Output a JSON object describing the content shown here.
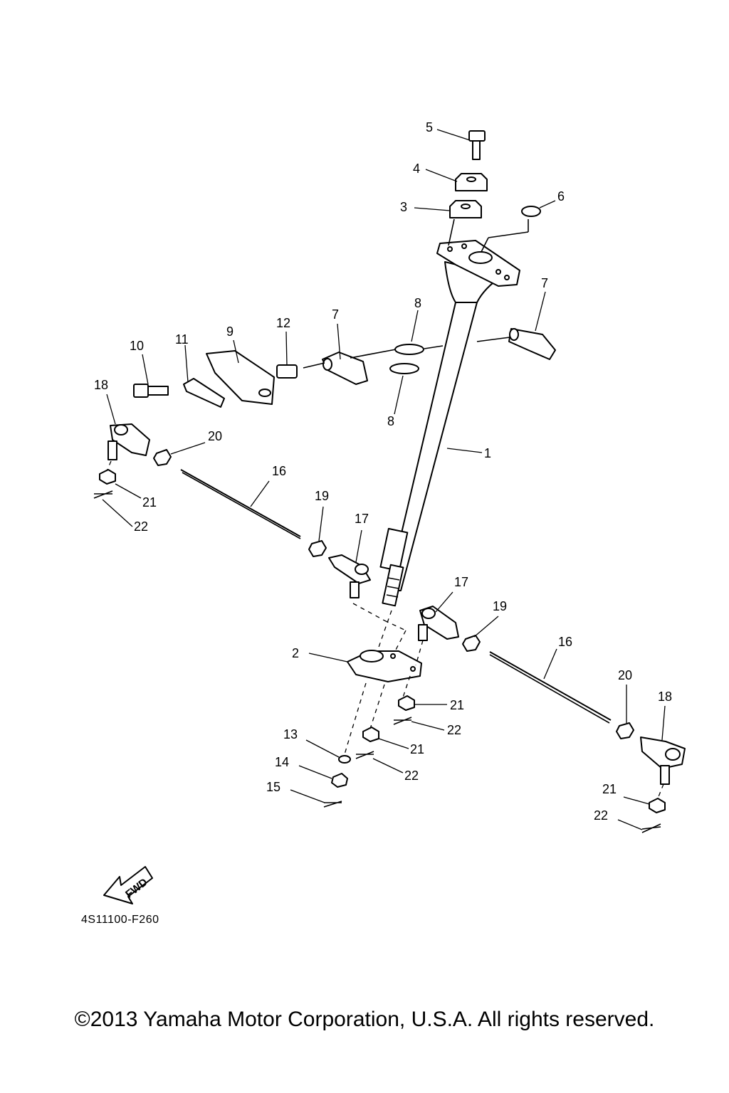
{
  "diagram": {
    "part_code": "4S11100-F260",
    "fwd_label": "FWD",
    "copyright": "©2013 Yamaha Motor Corporation, U.S.A. All rights reserved.",
    "callouts": {
      "c1": "1",
      "c2": "2",
      "c3": "3",
      "c4": "4",
      "c5": "5",
      "c6": "6",
      "c7a": "7",
      "c7b": "7",
      "c8a": "8",
      "c8b": "8",
      "c9": "9",
      "c10": "10",
      "c11": "11",
      "c12": "12",
      "c13": "13",
      "c14": "14",
      "c15": "15",
      "c16a": "16",
      "c16b": "16",
      "c17a": "17",
      "c17b": "17",
      "c18a": "18",
      "c18b": "18",
      "c19a": "19",
      "c19b": "19",
      "c20a": "20",
      "c20b": "20",
      "c21a": "21",
      "c21b": "21",
      "c21c": "21",
      "c21d": "21",
      "c22a": "22",
      "c22b": "22",
      "c22c": "22",
      "c22d": "22"
    }
  }
}
